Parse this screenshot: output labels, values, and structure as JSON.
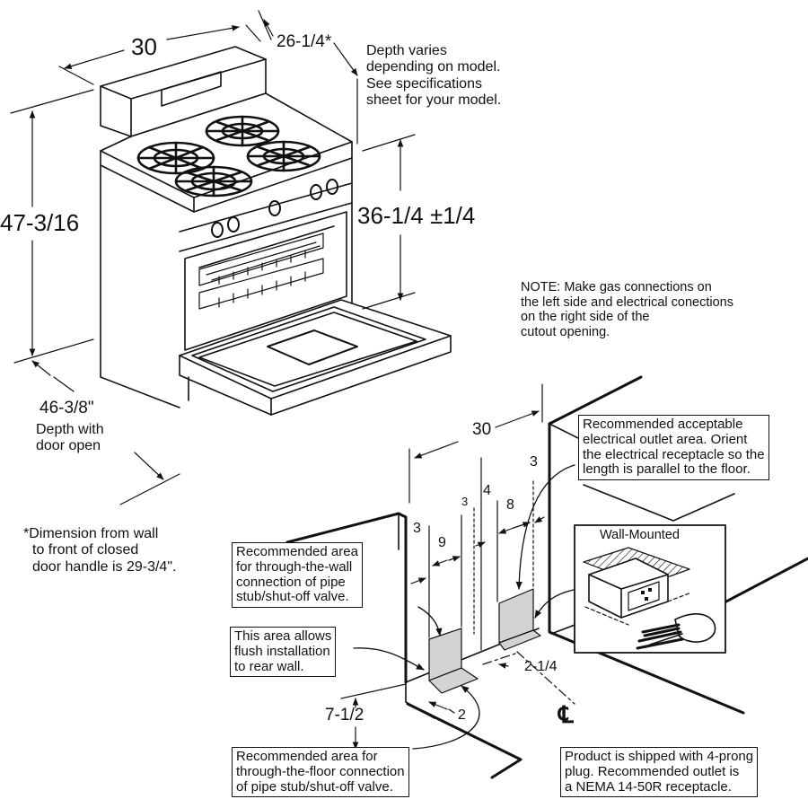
{
  "dimensions": {
    "width": "30",
    "depth_top": "26-1/4*",
    "height": "47-3/16",
    "cooktop_height": "36-1/4 ±1/4",
    "depth_open": "46-3/8\"",
    "depth_open_caption": [
      "Depth with",
      "door open"
    ]
  },
  "depth_note": [
    "Depth varies",
    "depending on model.",
    "See specifications",
    "sheet for your model."
  ],
  "footnote": [
    "*Dimension from wall",
    "to front of closed",
    "door handle is 29-3/4\"."
  ],
  "gas_note": [
    "NOTE: Make gas connections on",
    "the left side and electrical conections",
    "on the right side of the",
    "cutout opening."
  ],
  "cutout": {
    "width": "30",
    "d3_left": "3",
    "d9": "9",
    "d3_small": "3",
    "d4": "4",
    "d8": "8",
    "d3_right": "3",
    "d2_1_4": "2-1/4",
    "d2": "2",
    "d7_1_2": "7-1/2",
    "centerline": "℄"
  },
  "callouts": {
    "electrical": [
      "Recommended acceptable",
      "electrical outlet area. Orient",
      "the electrical receptacle so the",
      "length is parallel to the floor."
    ],
    "through_wall": [
      "Recommended area",
      "for through-the-wall",
      "connection of pipe",
      "stub/shut-off valve."
    ],
    "flush": [
      "This area allows",
      "flush installation",
      "to rear wall."
    ],
    "through_floor": [
      "Recommended area for",
      "through-the-floor connection",
      "of pipe stub/shut-off valve."
    ],
    "plug": [
      "Product is shipped with 4-prong",
      "plug. Recommended outlet is",
      "a NEMA 14-50R receptacle."
    ],
    "wall_mounted": "Wall-Mounted"
  }
}
